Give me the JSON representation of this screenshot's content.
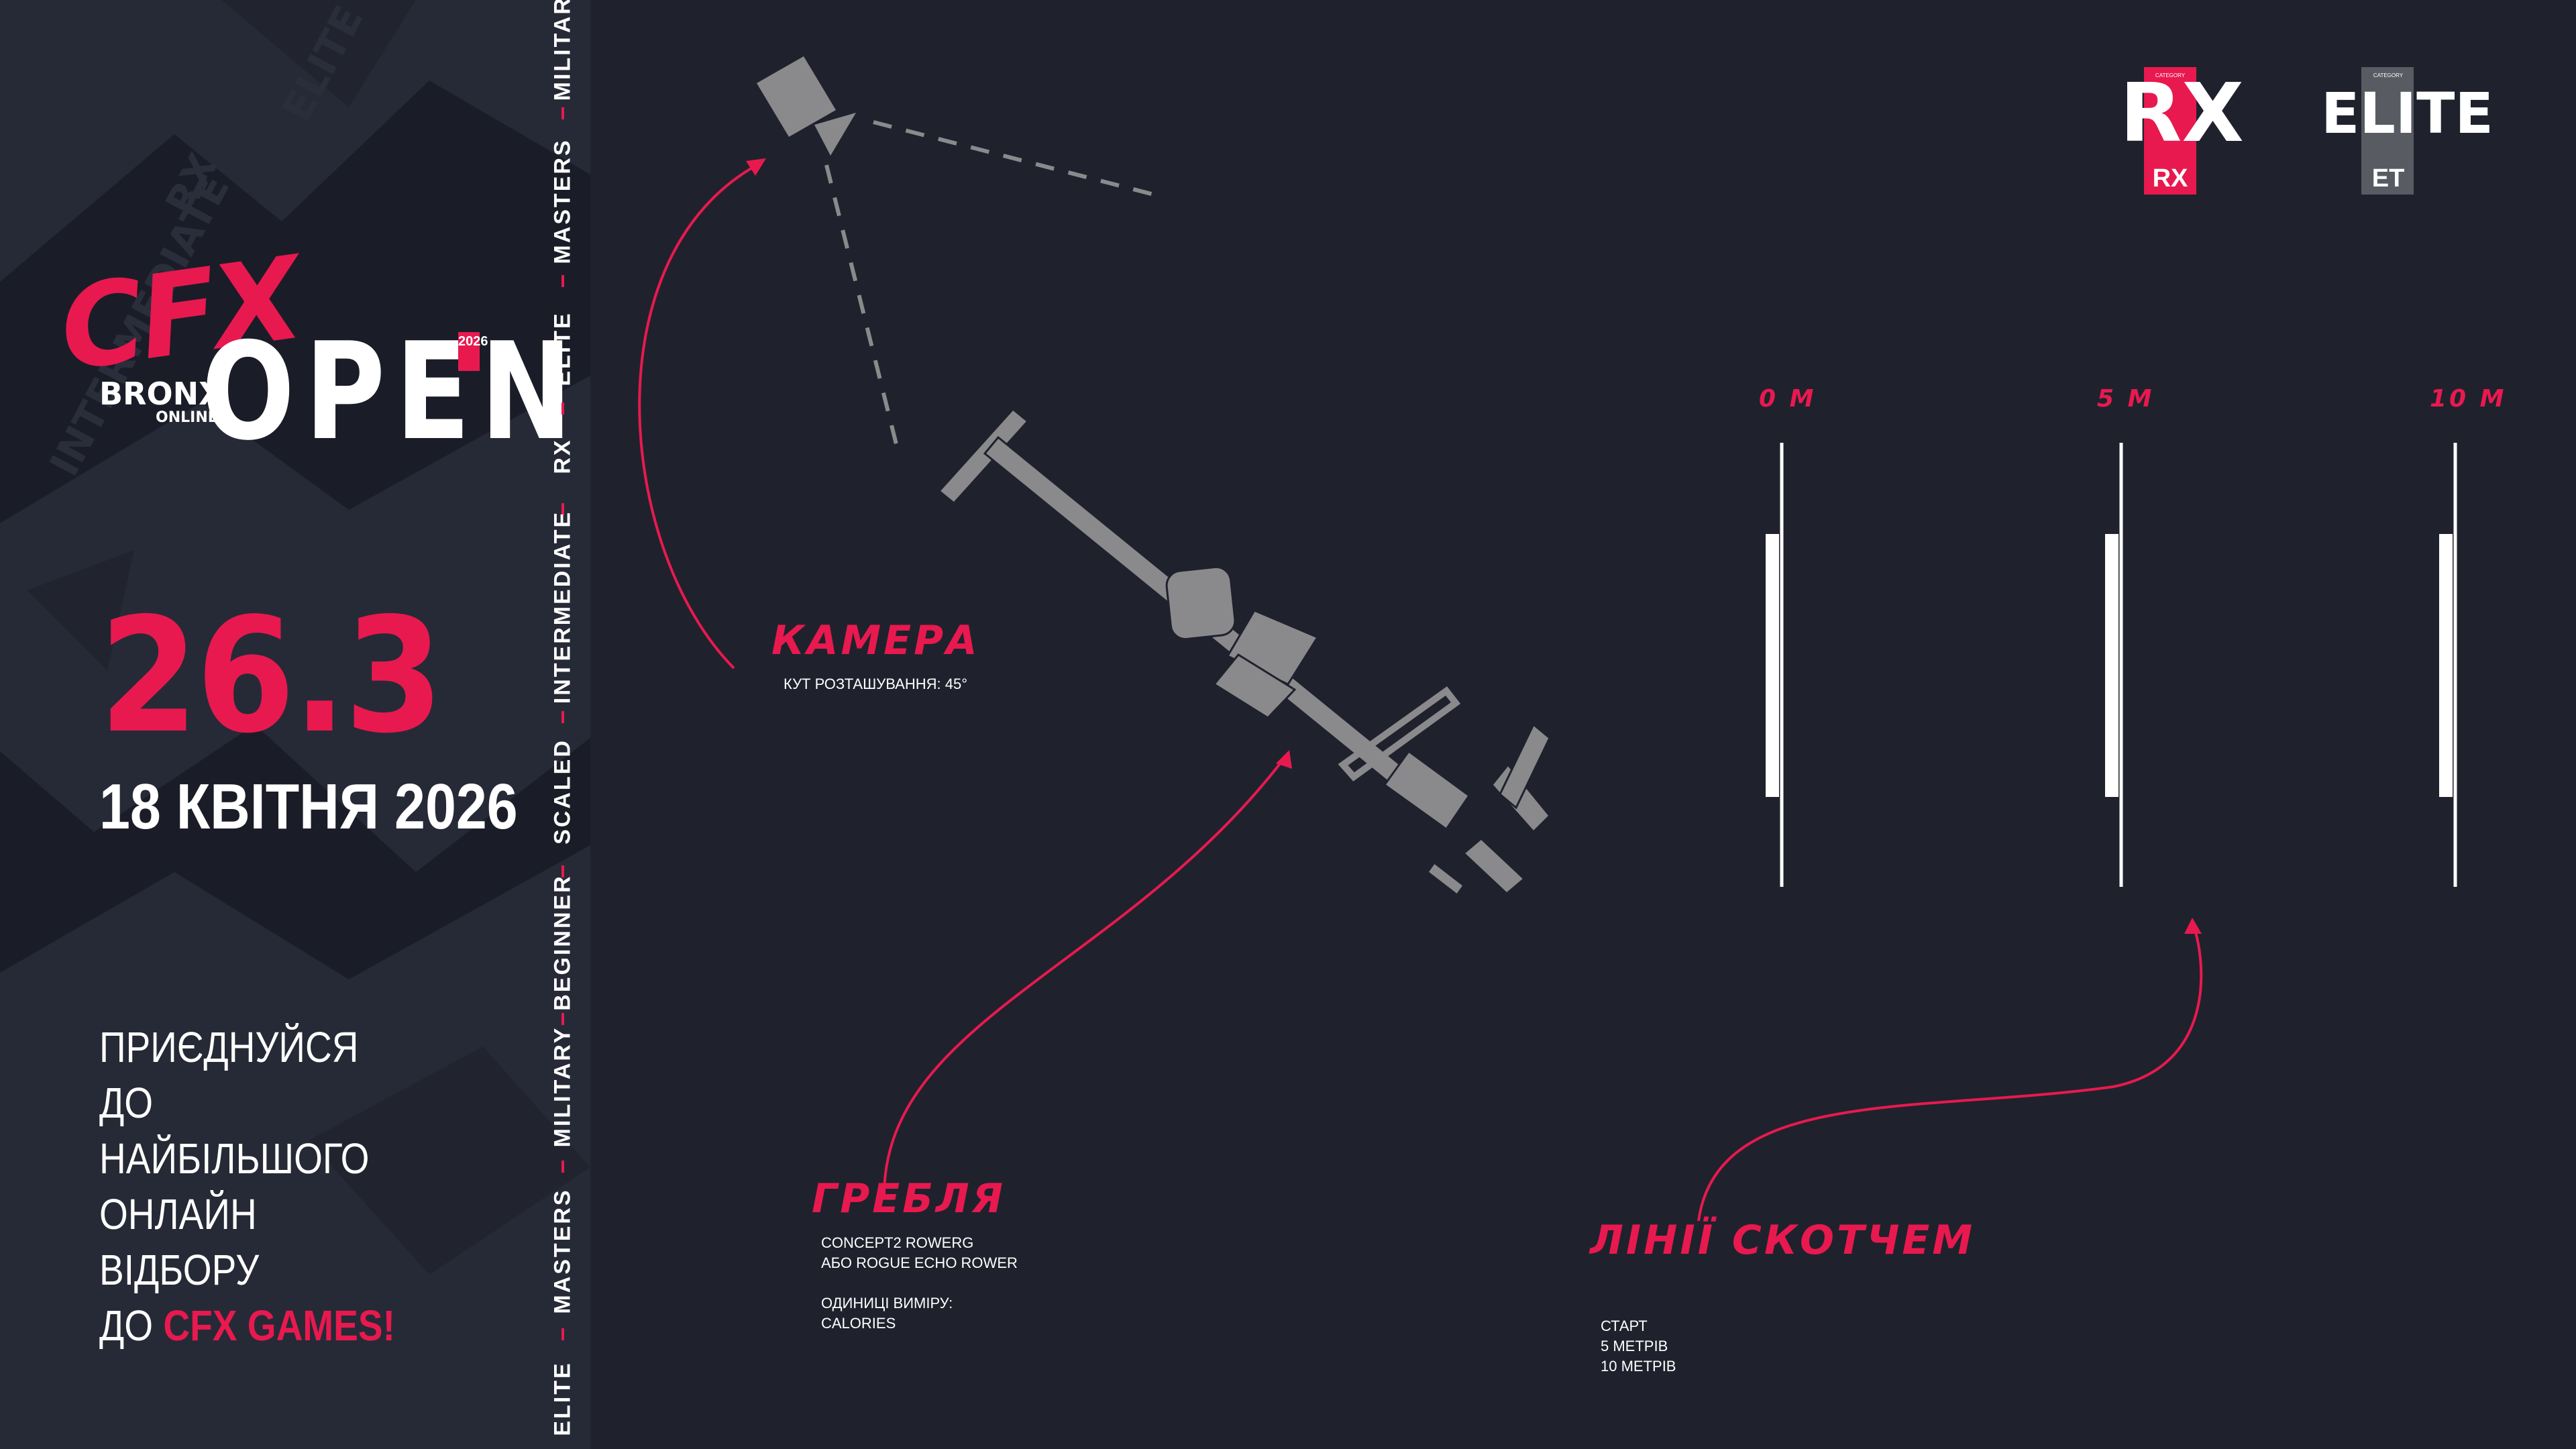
{
  "colors": {
    "background": "#1f222d",
    "left_panel": "#1a1d27",
    "accent": "#e8194f",
    "elite_gray": "#595b63",
    "equipment_gray": "#8a8a8d"
  },
  "brand": {
    "cfx": "CFX",
    "bronx": "BRONX",
    "online": "ONLINE",
    "open": "OPEN",
    "year": "2026"
  },
  "ghost": {
    "intermediate": "INTERMEDIATE",
    "rx": "RX",
    "elite": "ELITE"
  },
  "event": {
    "number": "26.3",
    "date": "18 КВІТНЯ 2026"
  },
  "promo": {
    "line1": "ПРИЄДНУЙСЯ ДО",
    "line2": "НАЙБІЛЬШОГО",
    "line3": "ОНЛАЙН ВІДБОРУ",
    "line4_prefix": "ДО ",
    "line4_accent": "CFX GAMES!"
  },
  "categories": [
    "MILITARY",
    "MASTERS",
    "ELITE",
    "RX",
    "INTERMEDIATE",
    "SCALED",
    "BEGINNER",
    "MILITARY",
    "MASTERS",
    "ELITE"
  ],
  "badges": {
    "rx": {
      "cap": "CATEGORY",
      "big": "RX",
      "mini": "RX"
    },
    "elite": {
      "cap": "CATEGORY",
      "big": "ELITE",
      "mini": "ET"
    }
  },
  "camera": {
    "label": "КАМЕРА",
    "note": "КУТ РОЗТАШУВАННЯ:  45°"
  },
  "rower": {
    "label": "ГРЕБЛЯ",
    "line1": "CONCEPT2 ROWERG",
    "line2": "АБО ROGUE ECHO ROWER",
    "line3": "ОДИНИЦІ ВИМІРУ:",
    "line4": "CALORIES"
  },
  "tape": {
    "label": "ЛІНІЇ СКОТЧЕМ",
    "line1": "СТАРТ",
    "line2": "5 МЕТРІВ",
    "line3": "10 МЕТРІВ"
  },
  "distances": [
    "0 М",
    "5 М",
    "10 М"
  ]
}
